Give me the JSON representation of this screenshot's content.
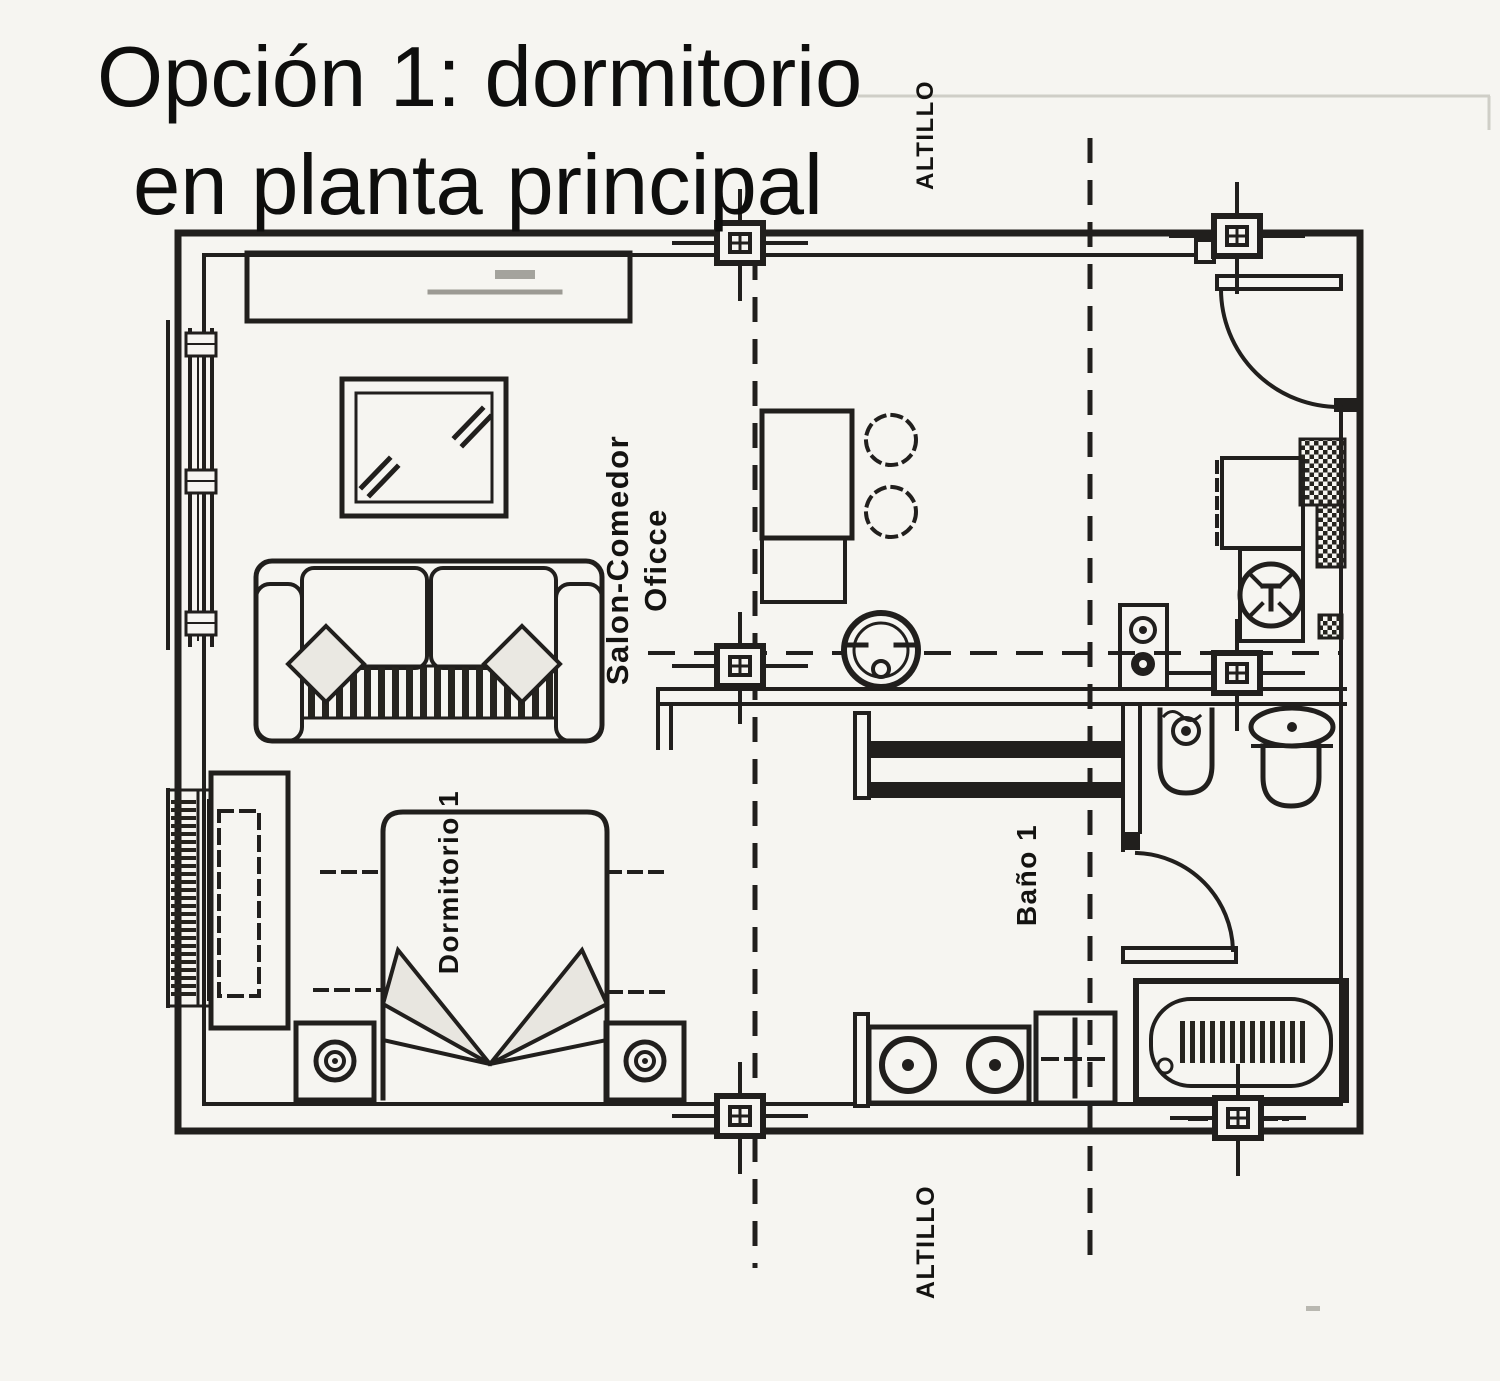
{
  "title": {
    "line1": "Opción 1: dormitorio",
    "line2": "en planta principal"
  },
  "plan_labels": {
    "altillo_top": "ALTILLO",
    "salon_comedor_line1": "Salon-Comedor",
    "salon_comedor_line2": "Oficce",
    "dormitorio": "Dormitorio 1",
    "bano": "Baño 1",
    "altillo_bottom": "ALTILLO"
  },
  "colors": {
    "ink": "#211f1d",
    "paper": "#f6f5f1"
  }
}
